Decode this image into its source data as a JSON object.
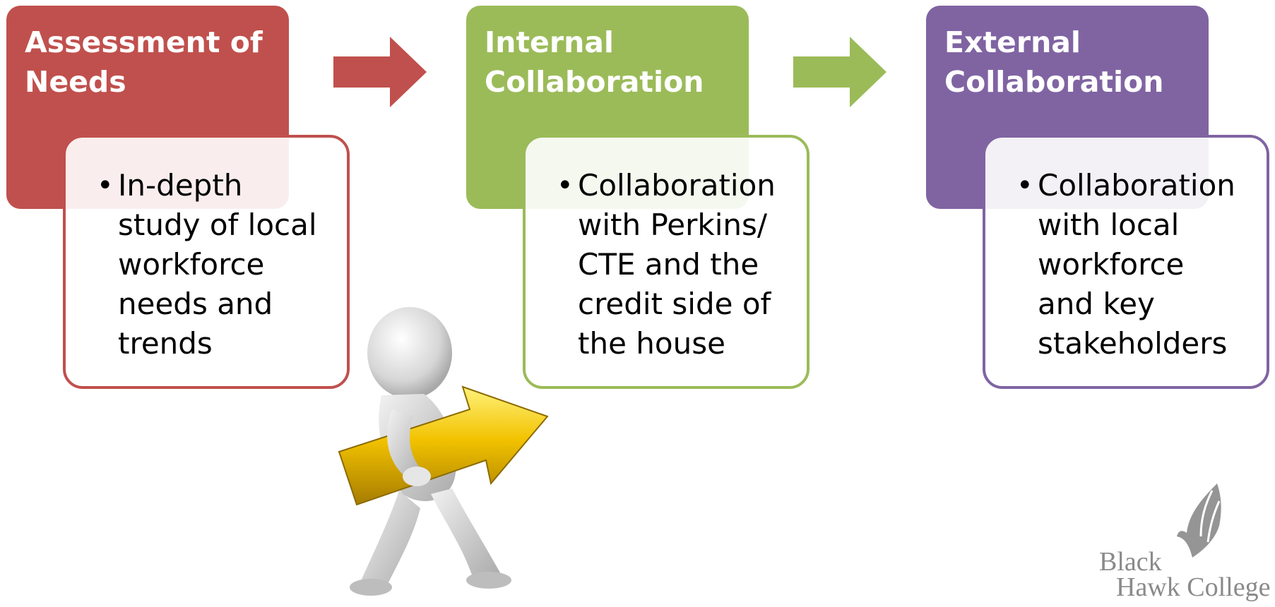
{
  "colors": {
    "assessment": "#c0504d",
    "internal": "#9bbb59",
    "external": "#8064a2",
    "walker_arrow": "#f2c200",
    "logo_gray": "#8a8a8a"
  },
  "steps": [
    {
      "title": "Assessment of\nNeeds",
      "bullet": "In-depth\nstudy of local\nworkforce\nneeds and\ntrends"
    },
    {
      "title": "Internal\nCollaboration",
      "bullet": "Collaboration\nwith Perkins/\nCTE and the\ncredit side of\nthe house"
    },
    {
      "title": "External\nCollaboration",
      "bullet": "Collaboration\nwith local\nworkforce\nand key\nstakeholders"
    }
  ],
  "bullet_symbol": "•",
  "icons": {
    "connector": "right-arrow-icon",
    "illustration": "person-carrying-arrow-icon",
    "logo": "black-hawk-logo"
  },
  "logo": {
    "line1": "Black",
    "line2": "Hawk College"
  }
}
